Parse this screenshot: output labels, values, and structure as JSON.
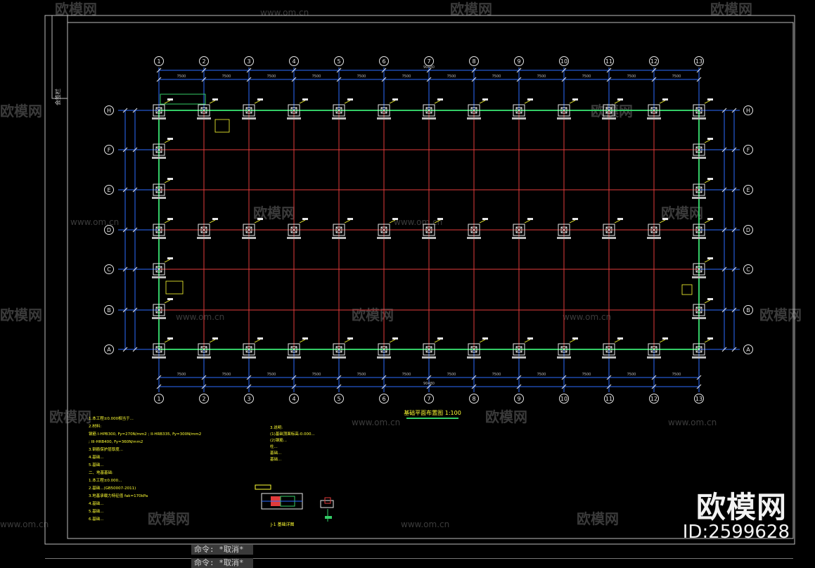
{
  "drawing": {
    "grid_columns": [
      "1",
      "2",
      "3",
      "4",
      "5",
      "6",
      "7",
      "8",
      "9",
      "10",
      "11",
      "12",
      "13"
    ],
    "grid_rows": [
      "H",
      "F",
      "E",
      "D",
      "C",
      "B",
      "A"
    ],
    "bay_spacing": "7500",
    "overall_length": "90480",
    "plan_title": "基础平面布置图 1:100",
    "notes_left": [
      "1.本工程±0.000相当于...",
      "2.材料:",
      "  钢筋 I-HPB300, Fy=270N/mm2 ; II-HRB335, Fy=300N/mm2",
      "  ; III-HRB400, Fy=360N/mm2",
      "3.钢筋保护层厚度...",
      "4.基础...",
      "5.基础...",
      "二、地基基础:",
      "1.本工程±0.000...",
      "2.基础...(GB50007-2011)",
      "3.地基承载力特征值 fak=170kPa",
      "4.基础...",
      "5.基础...",
      "6.基础..."
    ],
    "notes_right": [
      "3.说明:",
      "(1)基础顶面标高-0.000...",
      "(2)钢筋...",
      "柱...",
      "基础...",
      "基础..."
    ],
    "detail_caption": "J-1 基础详图",
    "watermark_text": "欧模网",
    "watermark_url": "www.om.cn"
  },
  "command_line": {
    "line1": "命令: *取消*",
    "line2": "命令: *取消*"
  },
  "branding": {
    "logo": "欧模网",
    "id": "ID:2599628"
  },
  "colors": {
    "background": "#000000",
    "grid_line": "#2d6bff",
    "beam_red": "#e23b3b",
    "footing_white": "#e8e8e8",
    "dim_green": "#33cc66",
    "annotation_yellow": "#ffff33"
  }
}
